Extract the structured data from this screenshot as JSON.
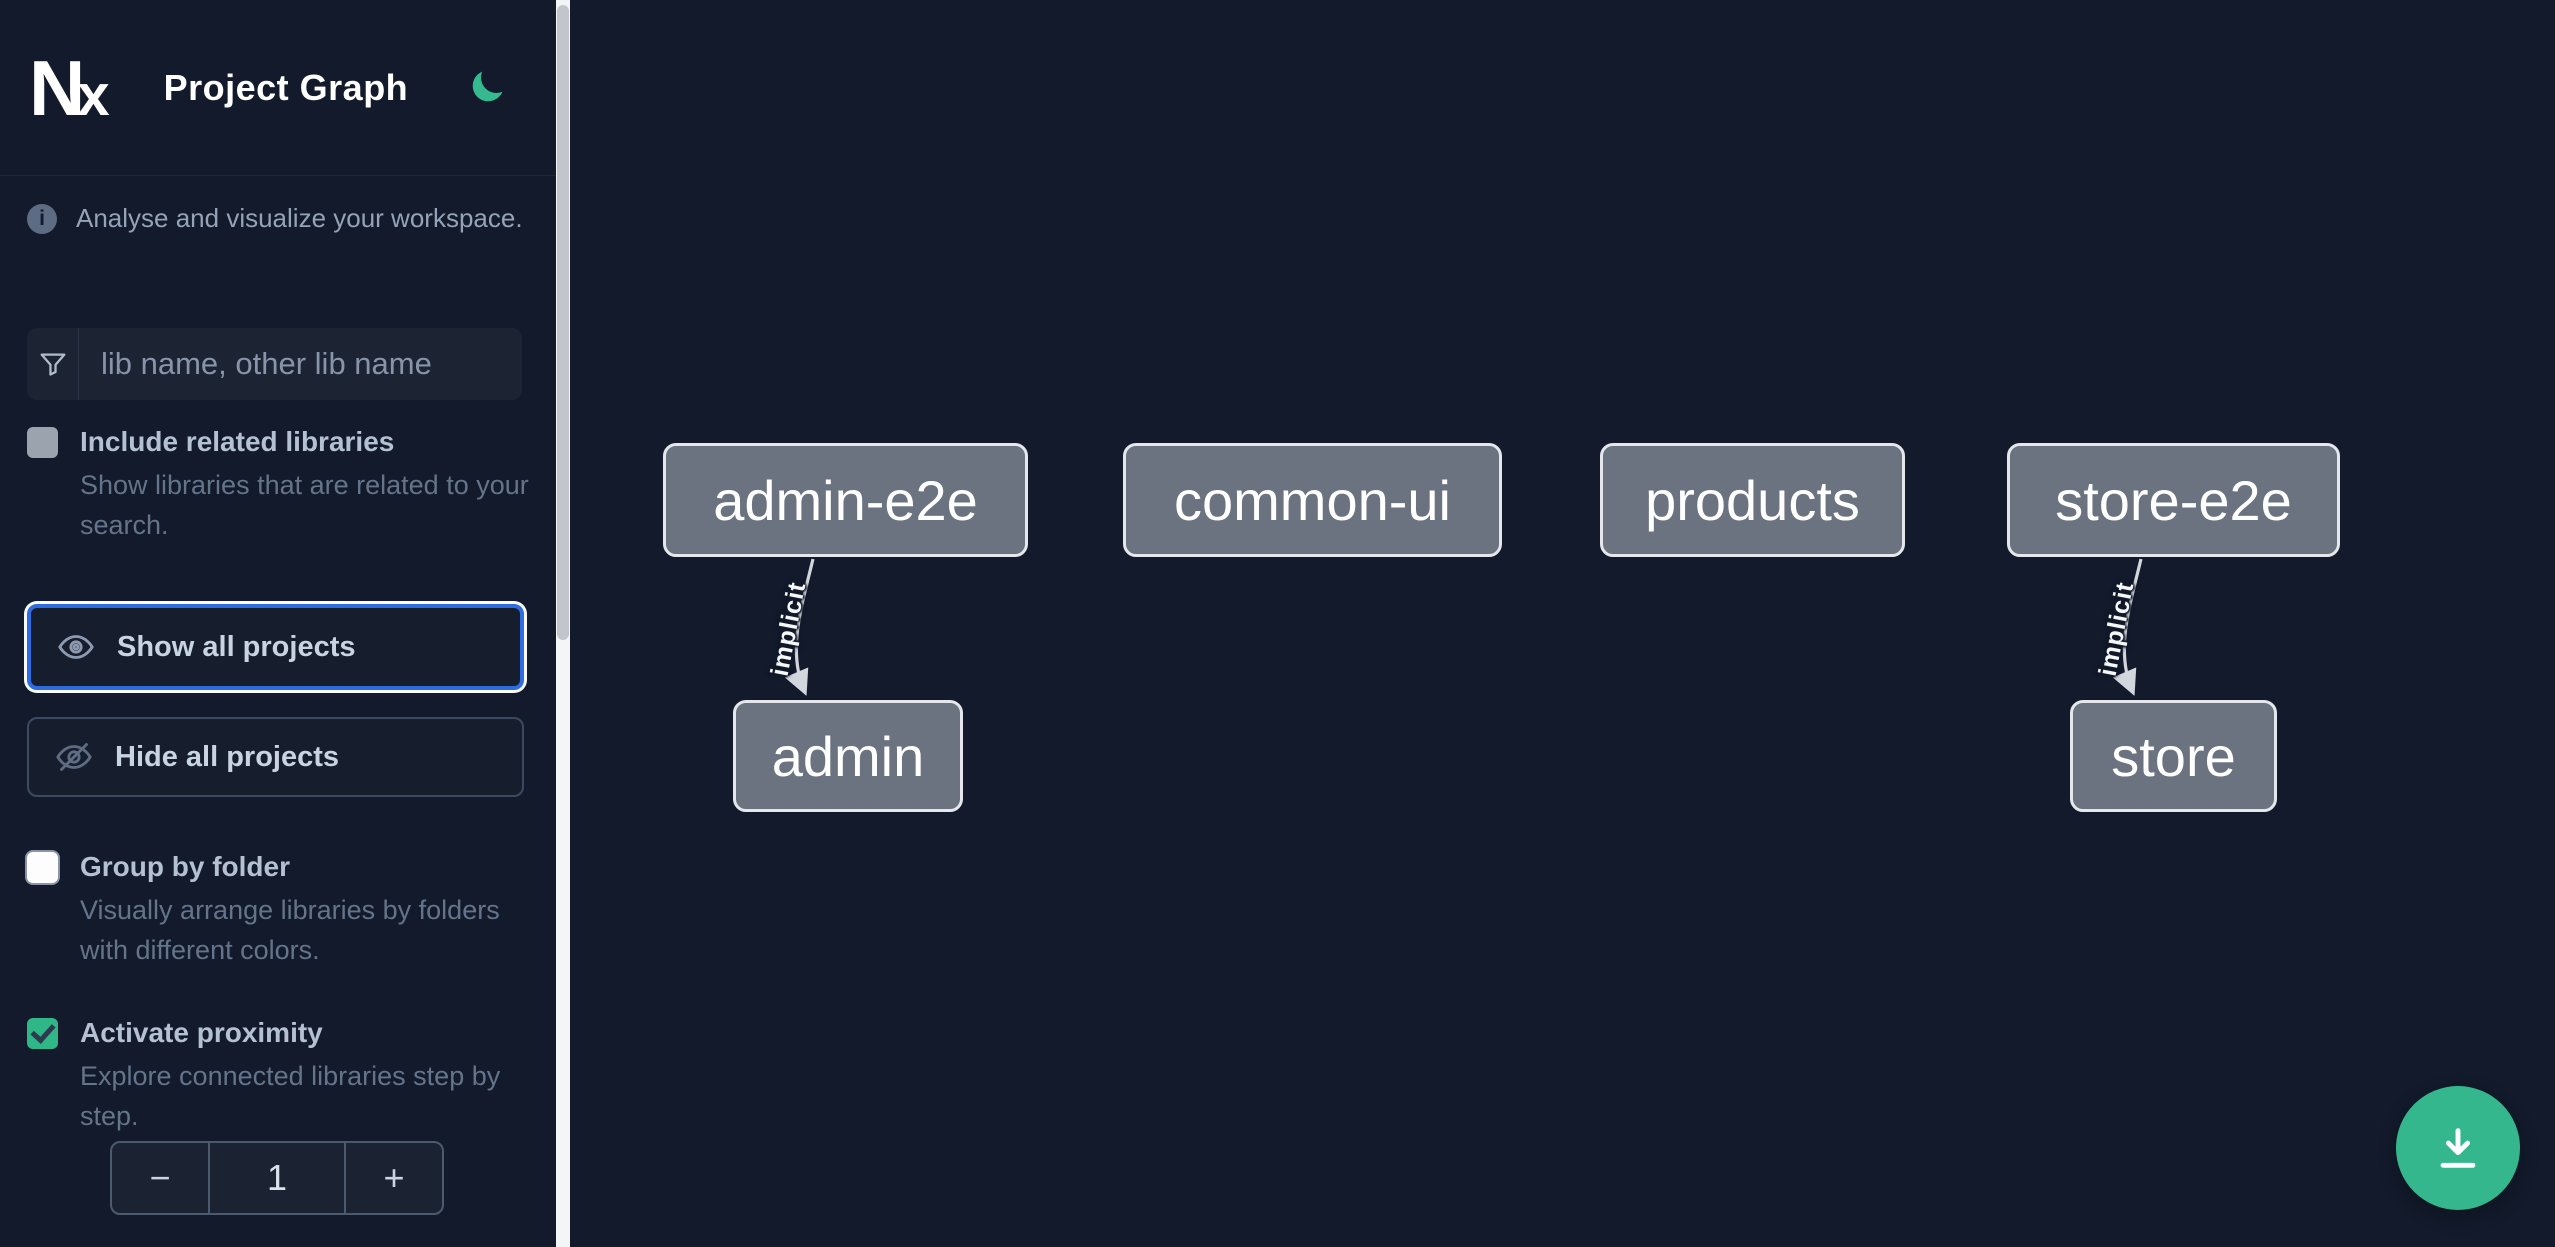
{
  "header": {
    "logo_n": "N",
    "logo_x": "x",
    "title": "Project Graph"
  },
  "sidebar": {
    "tagline": "Analyse and visualize your workspace.",
    "filter_placeholder": "lib name, other lib name",
    "include_related": {
      "label": "Include related libraries",
      "description": "Show libraries that are related to your search.",
      "checked": false
    },
    "show_all_label": "Show all projects",
    "hide_all_label": "Hide all projects",
    "group_by_folder": {
      "label": "Group by folder",
      "description": "Visually arrange libraries by folders with different colors.",
      "checked": false
    },
    "proximity": {
      "label": "Activate proximity",
      "description": "Explore connected libraries step by step.",
      "checked": true,
      "decrement": "−",
      "value": "1",
      "increment": "+"
    }
  },
  "graph": {
    "nodes": [
      {
        "label": "admin-e2e"
      },
      {
        "label": "common-ui"
      },
      {
        "label": "products"
      },
      {
        "label": "store-e2e"
      },
      {
        "label": "admin"
      },
      {
        "label": "store"
      }
    ],
    "edges": [
      {
        "from": "admin-e2e",
        "to": "admin",
        "label": "implicit"
      },
      {
        "from": "store-e2e",
        "to": "store",
        "label": "implicit"
      }
    ]
  },
  "icons": {
    "theme_toggle": "moon-icon",
    "tagline": "info-icon",
    "filter": "funnel-icon",
    "show_all": "eye-icon",
    "hide_all": "eye-slash-icon",
    "fab": "download-icon"
  },
  "colors": {
    "background": "#121a2b",
    "accent_green": "#34b78d",
    "focus_blue": "#2e6ce0",
    "node_fill": "#6b7280",
    "node_border": "#e4e7eb"
  }
}
